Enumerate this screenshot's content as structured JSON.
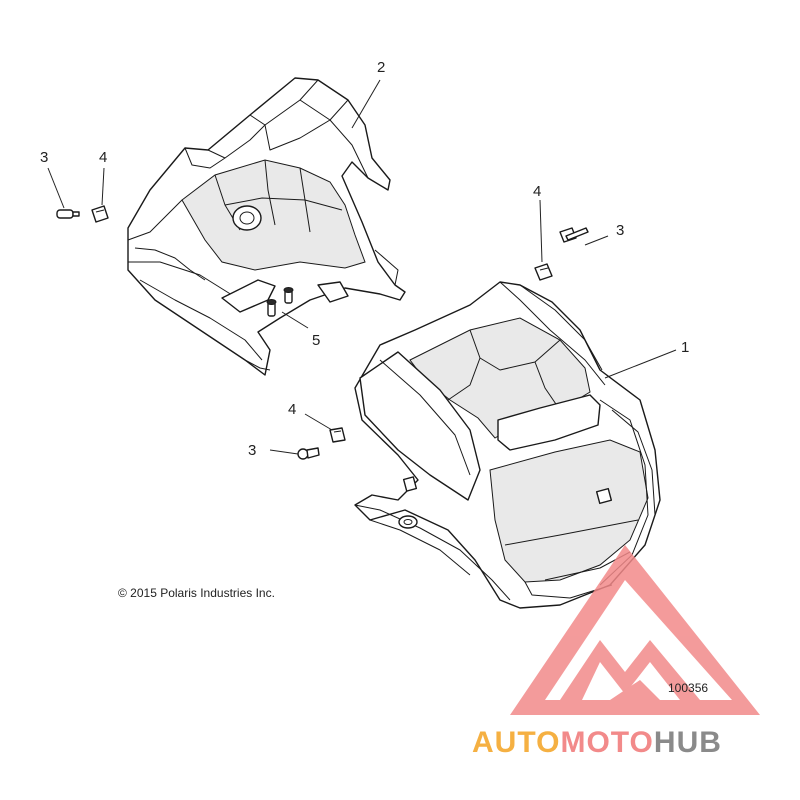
{
  "callouts": {
    "part_1": "1",
    "part_2": "2",
    "part_3_left": "3",
    "part_4_left": "4",
    "part_4_right": "4",
    "part_3_right": "3",
    "part_5": "5",
    "part_4_lower": "4",
    "part_3_lower": "3"
  },
  "copyright": "© 2015 Polaris Industries Inc.",
  "figure_number": "100356",
  "watermark": {
    "text_a": "AUTO",
    "text_b": "MOTO",
    "text_c": "HUB",
    "color_a": "#f5b042",
    "color_b": "#f28a8a",
    "color_c": "#8a8a8a",
    "triangle_color": "#f28a8a"
  }
}
